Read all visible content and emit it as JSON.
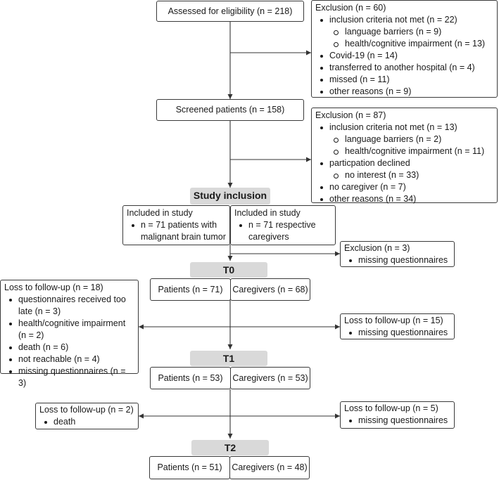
{
  "assessed": "Assessed for eligibility (n = 218)",
  "exclusion1": {
    "title": "Exclusion (n = 60)",
    "items": [
      {
        "text": "inclusion criteria not met (n = 22)",
        "level": 1
      },
      {
        "text": "language barriers (n = 9)",
        "level": 2
      },
      {
        "text": "health/cognitive impairment (n = 13)",
        "level": 2
      },
      {
        "text": "Covid-19 (n = 14)",
        "level": 1
      },
      {
        "text": "transferred to another hospital (n = 4)",
        "level": 1
      },
      {
        "text": "missed (n = 11)",
        "level": 1
      },
      {
        "text": "other reasons (n = 9)",
        "level": 1
      }
    ]
  },
  "screened": "Screened patients (n = 158)",
  "exclusion2": {
    "title": "Exclusion (n = 87)",
    "items": [
      {
        "text": "inclusion criteria not met (n = 13)",
        "level": 1
      },
      {
        "text": "language barriers (n = 2)",
        "level": 2
      },
      {
        "text": "health/cognitive impairment (n = 11)",
        "level": 2
      },
      {
        "text": "particpation declined",
        "level": 1
      },
      {
        "text": "no interest (n = 33)",
        "level": 2
      },
      {
        "text": "no caregiver (n = 7)",
        "level": 1
      },
      {
        "text": "other reasons (n = 34)",
        "level": 1
      }
    ]
  },
  "study_inclusion": "Study inclusion",
  "included_patients": {
    "title": "Included in study",
    "item": "n = 71 patients with malignant brain tumor"
  },
  "included_caregivers": {
    "title": "Included in study",
    "item": "n = 71 respective caregivers"
  },
  "exclusion3": {
    "title": "Exclusion (n = 3)",
    "item": "missing questionnaires"
  },
  "t0": {
    "label": "T0",
    "patients": "Patients (n = 71)",
    "caregivers": "Caregivers (n = 68)"
  },
  "loss_t1_patients": {
    "title": "Loss to follow-up (n = 18)",
    "items": [
      "questionnaires received too late (n = 3)",
      "health/cognitive impairment (n = 2)",
      "death (n = 6)",
      "not reachable (n = 4)",
      "missing questionnaires (n = 3)"
    ]
  },
  "loss_t1_caregivers": {
    "title": "Loss to follow-up (n = 15)",
    "item": "missing questionnaires"
  },
  "t1": {
    "label": "T1",
    "patients": "Patients (n = 53)",
    "caregivers": "Caregivers (n = 53)"
  },
  "loss_t2_patients": {
    "title": "Loss to follow-up (n = 2)",
    "item": "death"
  },
  "loss_t2_caregivers": {
    "title": "Loss to follow-up (n = 5)",
    "item": "missing questionnaires"
  },
  "t2": {
    "label": "T2",
    "patients": "Patients (n = 51)",
    "caregivers": "Caregivers (n = 48)"
  }
}
